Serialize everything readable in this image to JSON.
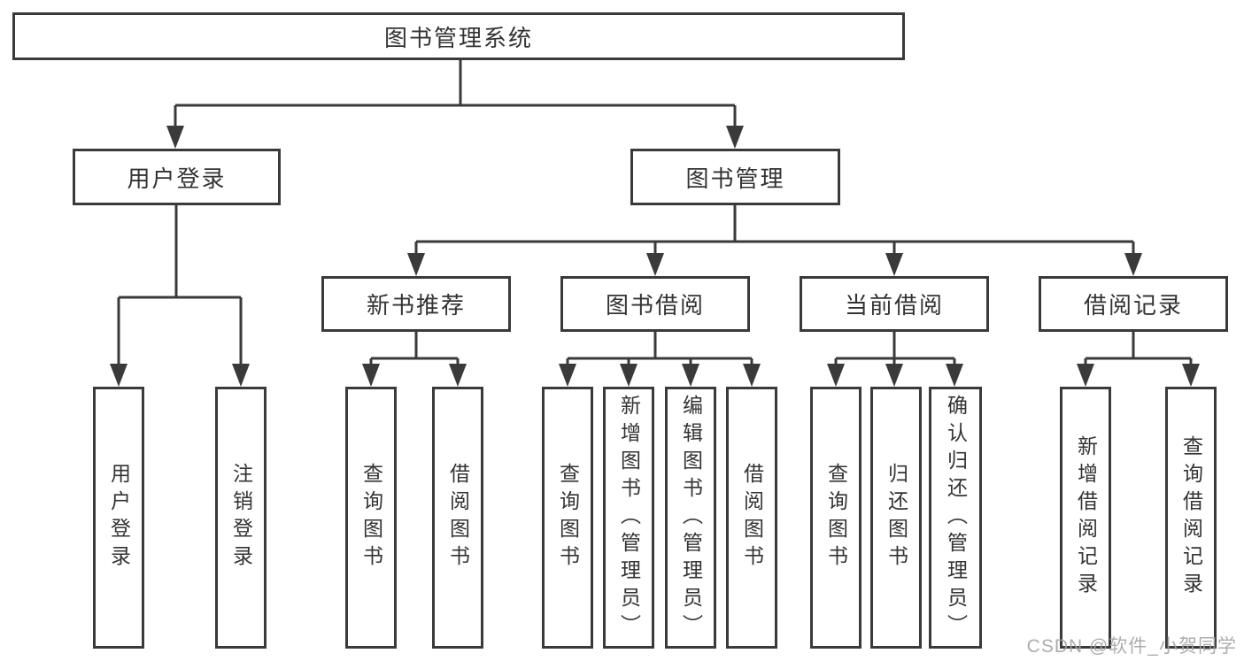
{
  "diagram": {
    "type": "hierarchy-tree",
    "colors": {
      "line": "#3a3a3a",
      "border": "#3a3a3a",
      "text": "#333333",
      "background": "#ffffff",
      "watermark": "#a4a4a4"
    },
    "watermark": "CSDN @软件_小贺同学"
  },
  "tree": {
    "root": {
      "label": "图书管理系统",
      "children": {
        "user_login": {
          "label": "用户登录",
          "children": {
            "login": {
              "label": "用户登录"
            },
            "logout": {
              "label": "注销登录"
            }
          }
        },
        "book_mgmt": {
          "label": "图书管理",
          "children": {
            "new_books": {
              "label": "新书推荐",
              "children": {
                "query": {
                  "label": "查询图书"
                },
                "borrow": {
                  "label": "借阅图书"
                }
              }
            },
            "book_borrow": {
              "label": "图书借阅",
              "children": {
                "query": {
                  "label": "查询图书"
                },
                "add": {
                  "label": "新增图书（管理员）"
                },
                "edit": {
                  "label": "编辑图书（管理员）"
                },
                "borrow": {
                  "label": "借阅图书"
                }
              }
            },
            "current_borrow": {
              "label": "当前借阅",
              "children": {
                "query": {
                  "label": "查询图书"
                },
                "return": {
                  "label": "归还图书"
                },
                "confirm": {
                  "label": "确认归还（管理员）"
                }
              }
            },
            "borrow_records": {
              "label": "借阅记录",
              "children": {
                "add": {
                  "label": "新增借阅记录"
                },
                "query": {
                  "label": "查询借阅记录"
                }
              }
            }
          }
        }
      }
    }
  }
}
